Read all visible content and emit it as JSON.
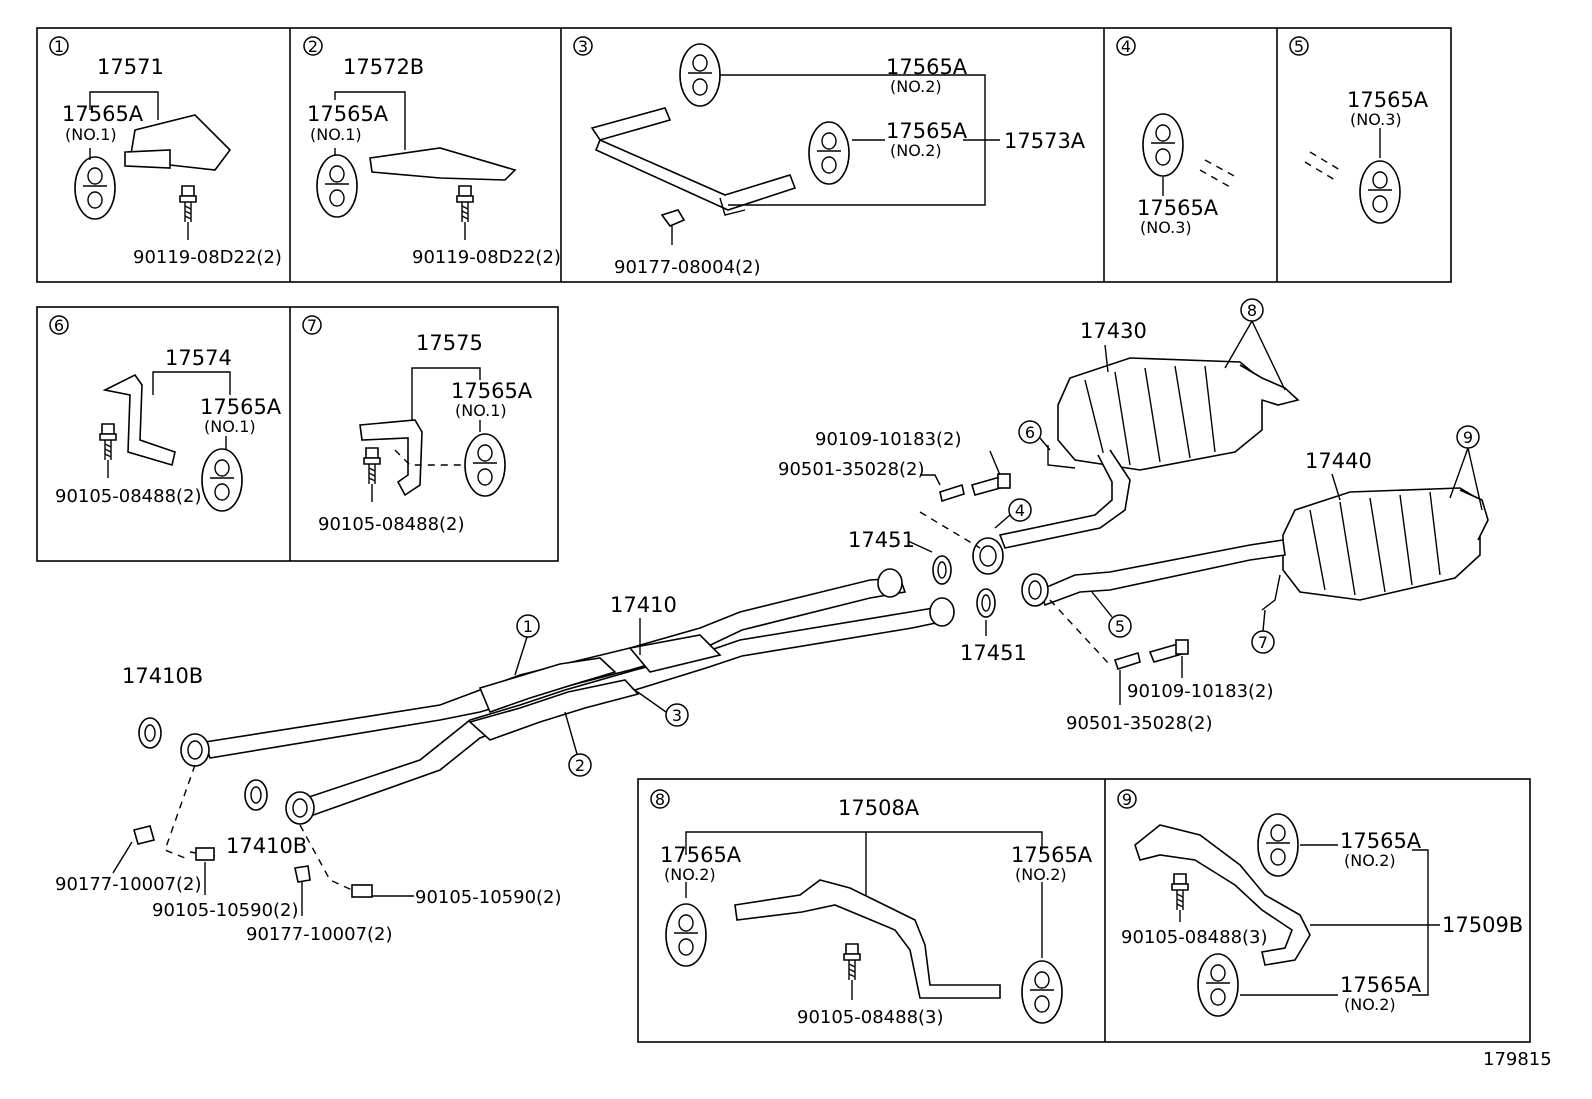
{
  "diagram_id": "179815",
  "callouts": {
    "c1": "1",
    "c2": "2",
    "c3": "3",
    "c4": "4",
    "c5": "5",
    "c6": "6",
    "c7": "7",
    "c8": "8",
    "c9": "9"
  },
  "panel1": {
    "callout": "1",
    "bracket": "17571",
    "mount": "17565A",
    "mount_note": "(NO.1)",
    "bolt": "90119-08D22(2)"
  },
  "panel2": {
    "callout": "2",
    "bracket": "17572B",
    "mount": "17565A",
    "mount_note": "(NO.1)",
    "bolt": "90119-08D22(2)"
  },
  "panel3": {
    "callout": "3",
    "mount_a": "17565A",
    "mount_a_note": "(NO.2)",
    "mount_b": "17565A",
    "mount_b_note": "(NO.2)",
    "assy": "17573A",
    "nut": "90177-08004(2)"
  },
  "panel4": {
    "callout": "4",
    "mount": "17565A",
    "mount_note": "(NO.3)"
  },
  "panel5": {
    "callout": "5",
    "mount": "17565A",
    "mount_note": "(NO.3)"
  },
  "panel6": {
    "callout": "6",
    "bracket": "17574",
    "mount": "17565A",
    "mount_note": "(NO.1)",
    "bolt": "90105-08488(2)"
  },
  "panel7": {
    "callout": "7",
    "bracket": "17575",
    "mount": "17565A",
    "mount_note": "(NO.1)",
    "bolt": "90105-08488(2)"
  },
  "panel8": {
    "callout": "8",
    "bracket": "17508A",
    "mount_l": "17565A",
    "mount_l_note": "(NO.2)",
    "mount_r": "17565A",
    "mount_r_note": "(NO.2)",
    "bolt": "90105-08488(3)"
  },
  "panel9": {
    "callout": "9",
    "mount_a": "17565A",
    "mount_a_note": "(NO.2)",
    "assy": "17509B",
    "mount_b": "17565A",
    "mount_b_note": "(NO.2)",
    "bolt": "90105-08488(3)"
  },
  "main": {
    "front_pipe": "17410",
    "gasket_a": "17410B",
    "gasket_b": "17410B",
    "gasket_c": "17451",
    "gasket_d": "17451",
    "muffler_r": "17430",
    "muffler_l": "17440",
    "bolt_upper": "90109-10183(2)",
    "spring_upper": "90501-35028(2)",
    "bolt_lower": "90109-10183(2)",
    "spring_lower": "90501-35028(2)",
    "nut_a": "90177-10007(2)",
    "bolt_a": "90105-10590(2)",
    "bolt_b": "90105-10590(2)",
    "nut_b": "90177-10007(2)"
  }
}
